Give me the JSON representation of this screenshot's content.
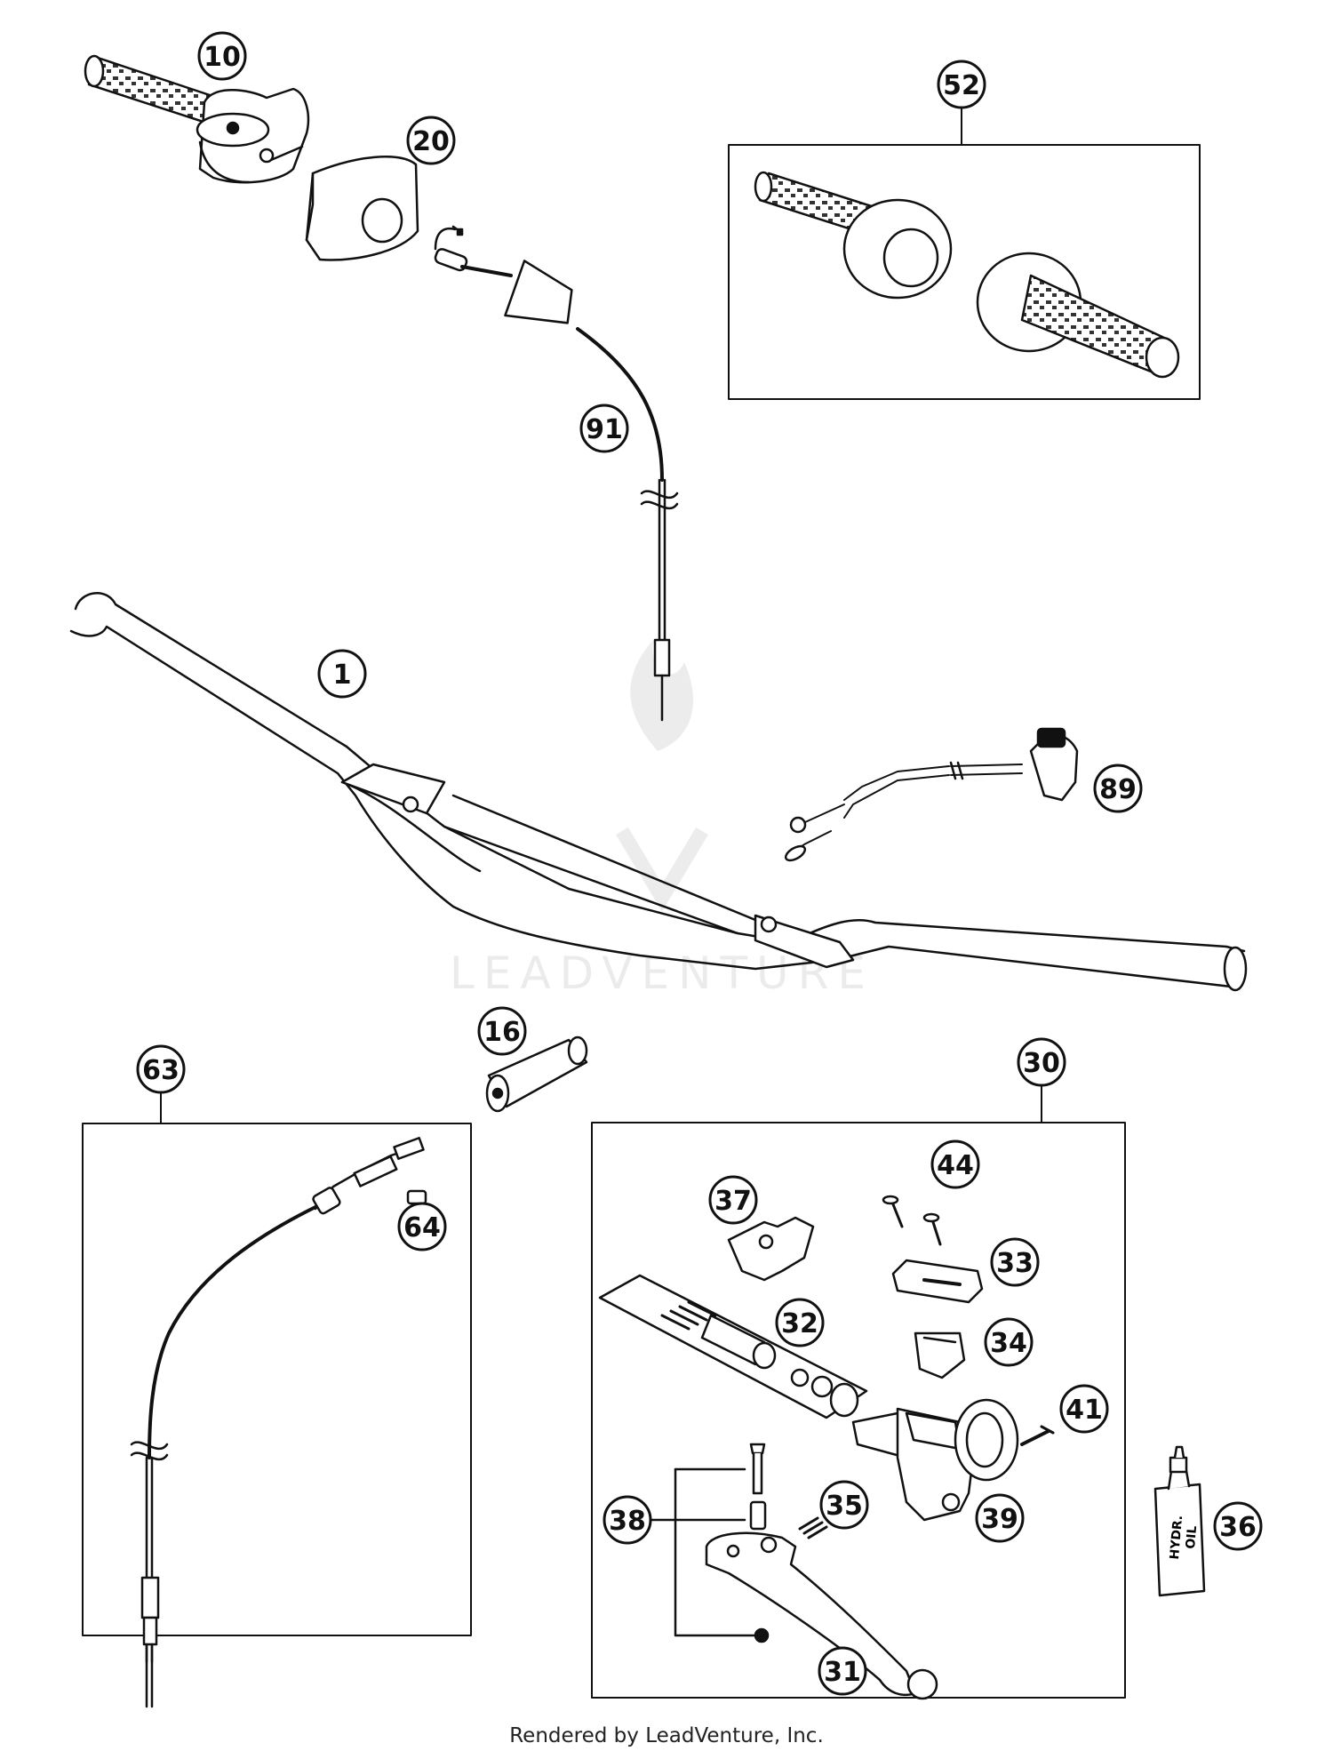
{
  "footer": {
    "text": "Rendered by LeadVenture, Inc."
  },
  "watermark": {
    "text": "LEADVENTURE"
  },
  "bottle_label": {
    "line1": "HYDR.",
    "line2": "OIL"
  },
  "callouts": [
    {
      "id": "c1",
      "label": "1"
    },
    {
      "id": "c10",
      "label": "10"
    },
    {
      "id": "c16",
      "label": "16"
    },
    {
      "id": "c20",
      "label": "20"
    },
    {
      "id": "c30",
      "label": "30"
    },
    {
      "id": "c31",
      "label": "31"
    },
    {
      "id": "c32",
      "label": "32"
    },
    {
      "id": "c33",
      "label": "33"
    },
    {
      "id": "c34",
      "label": "34"
    },
    {
      "id": "c35",
      "label": "35"
    },
    {
      "id": "c36",
      "label": "36"
    },
    {
      "id": "c37",
      "label": "37"
    },
    {
      "id": "c38",
      "label": "38"
    },
    {
      "id": "c39",
      "label": "39"
    },
    {
      "id": "c41",
      "label": "41"
    },
    {
      "id": "c44",
      "label": "44"
    },
    {
      "id": "c52",
      "label": "52"
    },
    {
      "id": "c63",
      "label": "63"
    },
    {
      "id": "c64",
      "label": "64"
    },
    {
      "id": "c89",
      "label": "89"
    },
    {
      "id": "c91",
      "label": "91"
    }
  ]
}
